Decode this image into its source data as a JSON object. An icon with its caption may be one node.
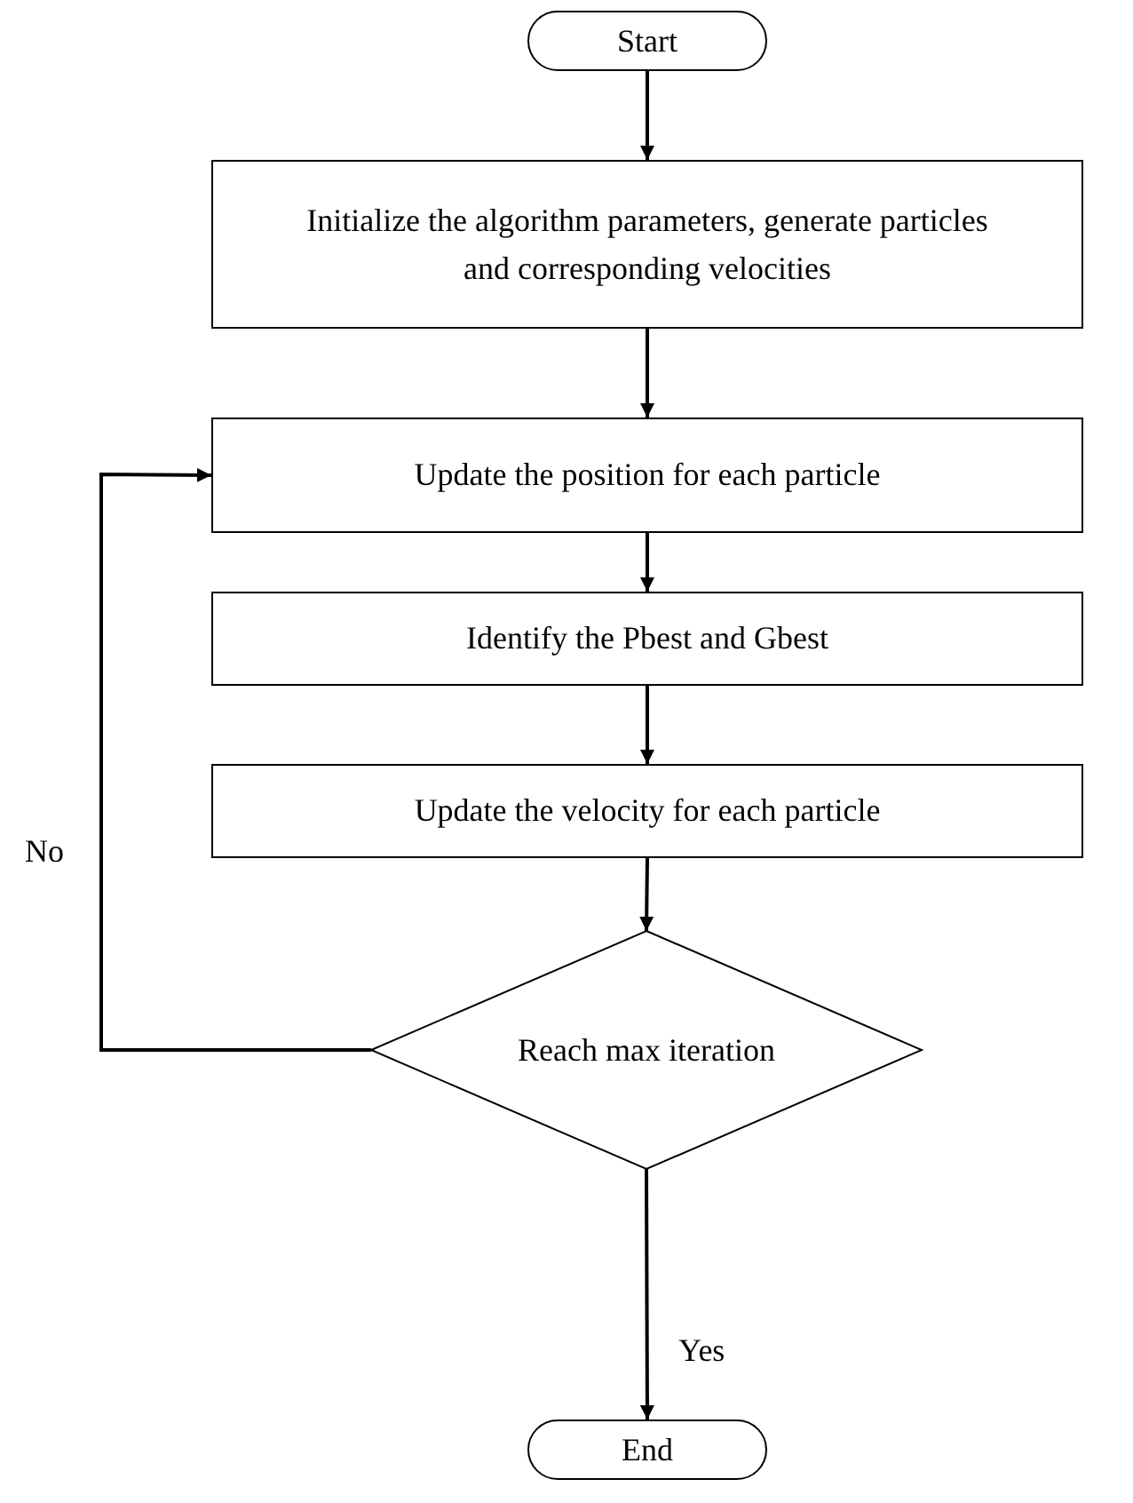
{
  "diagram": {
    "nodes": [
      {
        "text": [
          "Start"
        ]
      },
      {
        "text": [
          "Initialize the algorithm parameters, generate particles and corresponding velocities"
        ]
      },
      {
        "text": [
          "Update the position for each particle"
        ]
      },
      {
        "text": [
          "Identify the Pbest and Gbest"
        ]
      },
      {
        "text": [
          "Update the velocity for each particle"
        ]
      },
      {
        "text": [
          "Reach max iteration"
        ]
      },
      {
        "text": [
          "End"
        ]
      }
    ],
    "edges": [
      {
        "from": 0,
        "to": 1,
        "arrow": "to"
      },
      {
        "from": 1,
        "to": 2,
        "arrow": "to"
      },
      {
        "from": 2,
        "to": 3,
        "arrow": "to"
      },
      {
        "from": 3,
        "to": 4,
        "arrow": "to"
      },
      {
        "from": 4,
        "to": 5,
        "arrow": "to"
      },
      {
        "from": 5,
        "to": 2,
        "arrow": "to",
        "label": "No"
      },
      {
        "from": 5,
        "to": 6,
        "arrow": "to",
        "label": "Yes"
      }
    ]
  }
}
